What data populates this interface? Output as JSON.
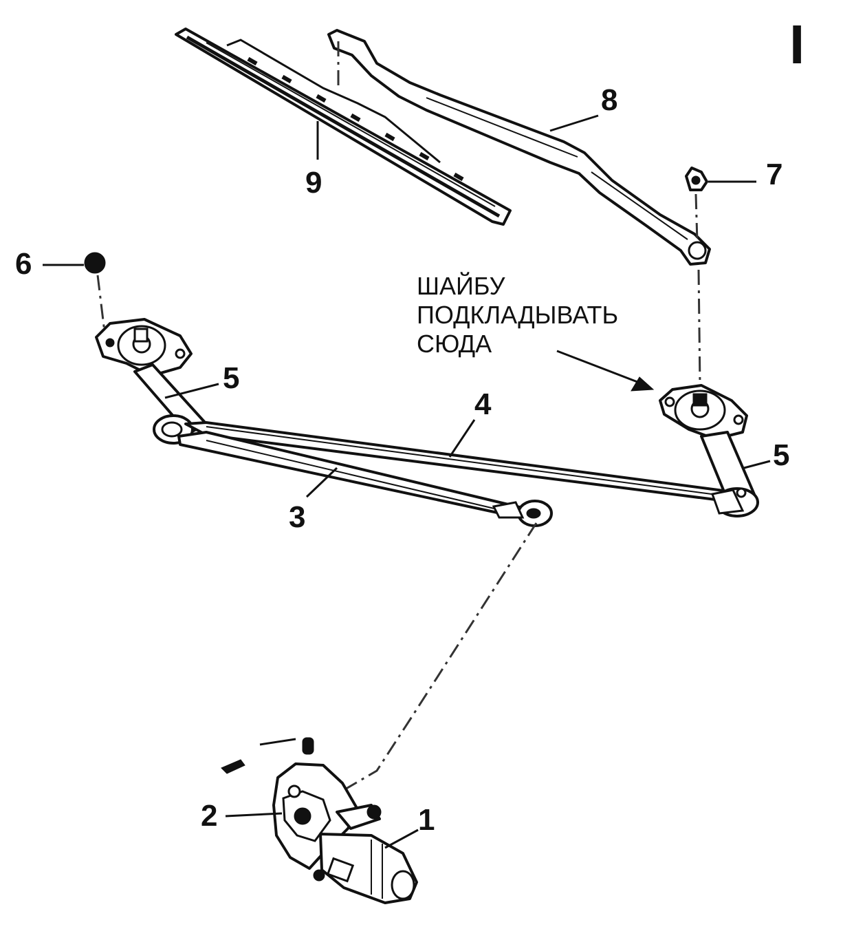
{
  "page_mark": "I",
  "note": {
    "lines": [
      "ШАЙБУ",
      "ПОДКЛАДЫВАТЬ",
      "СЮДА"
    ]
  },
  "callouts": {
    "c1": "1",
    "c2": "2",
    "c3": "3",
    "c4": "4",
    "c5a": "5",
    "c5b": "5",
    "c6": "6",
    "c7": "7",
    "c8": "8",
    "c9": "9"
  },
  "parts": [
    {
      "number": "1",
      "item": "wiper-motor"
    },
    {
      "number": "2",
      "item": "motor-crank"
    },
    {
      "number": "3",
      "item": "motor-link-rod"
    },
    {
      "number": "4",
      "item": "connecting-rod"
    },
    {
      "number": "5",
      "item": "pivot-lever"
    },
    {
      "number": "6",
      "item": "nut"
    },
    {
      "number": "7",
      "item": "nut"
    },
    {
      "number": "8",
      "item": "wiper-arm"
    },
    {
      "number": "9",
      "item": "wiper-blade"
    }
  ]
}
